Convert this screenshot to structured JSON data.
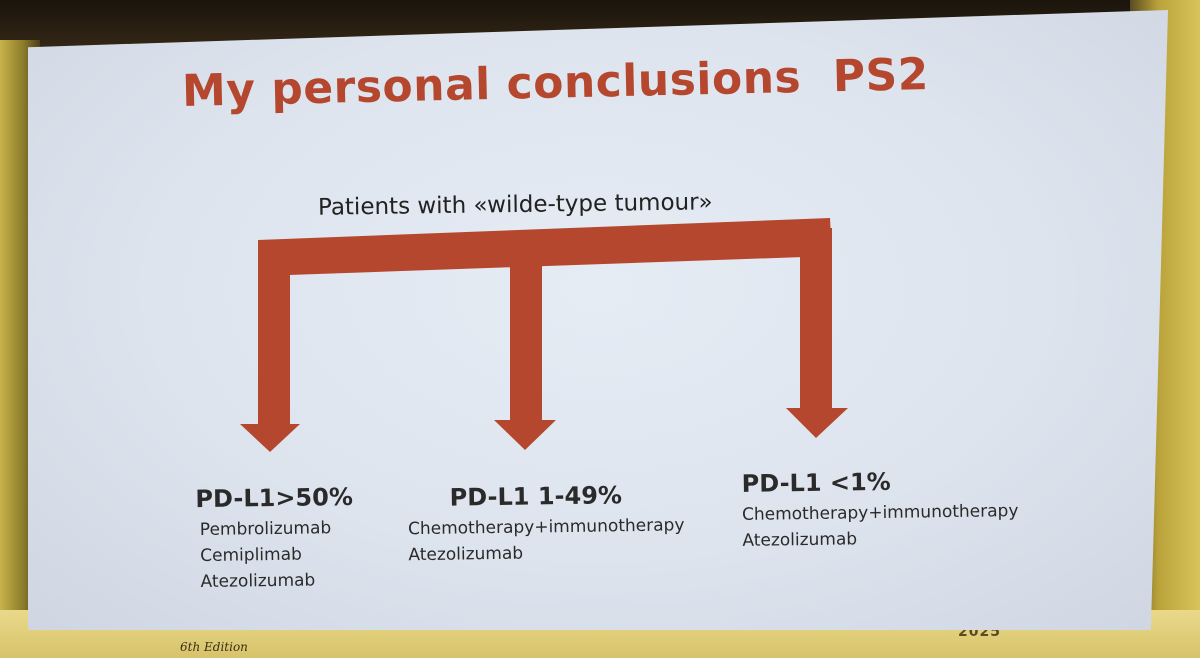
{
  "slide": {
    "title": "My personal conclusions  PS2",
    "subtitle": "Patients with «wilde-type tumour»",
    "arrow_color": "#b5472e",
    "groups": [
      {
        "heading": "PD-L1>50%",
        "treatments": [
          "Pembrolizumab",
          "Cemiplimab",
          "Atezolizumab"
        ]
      },
      {
        "heading": "PD-L1 1-49%",
        "treatments": [
          "Chemotherapy+immunotherapy",
          "Atezolizumab"
        ]
      },
      {
        "heading": "PD-L1 <1%",
        "treatments": [
          "Chemotherapy+immunotherapy",
          "Atezolizumab"
        ]
      }
    ]
  },
  "footer": {
    "year": "2025",
    "edition": "6th Edition"
  }
}
